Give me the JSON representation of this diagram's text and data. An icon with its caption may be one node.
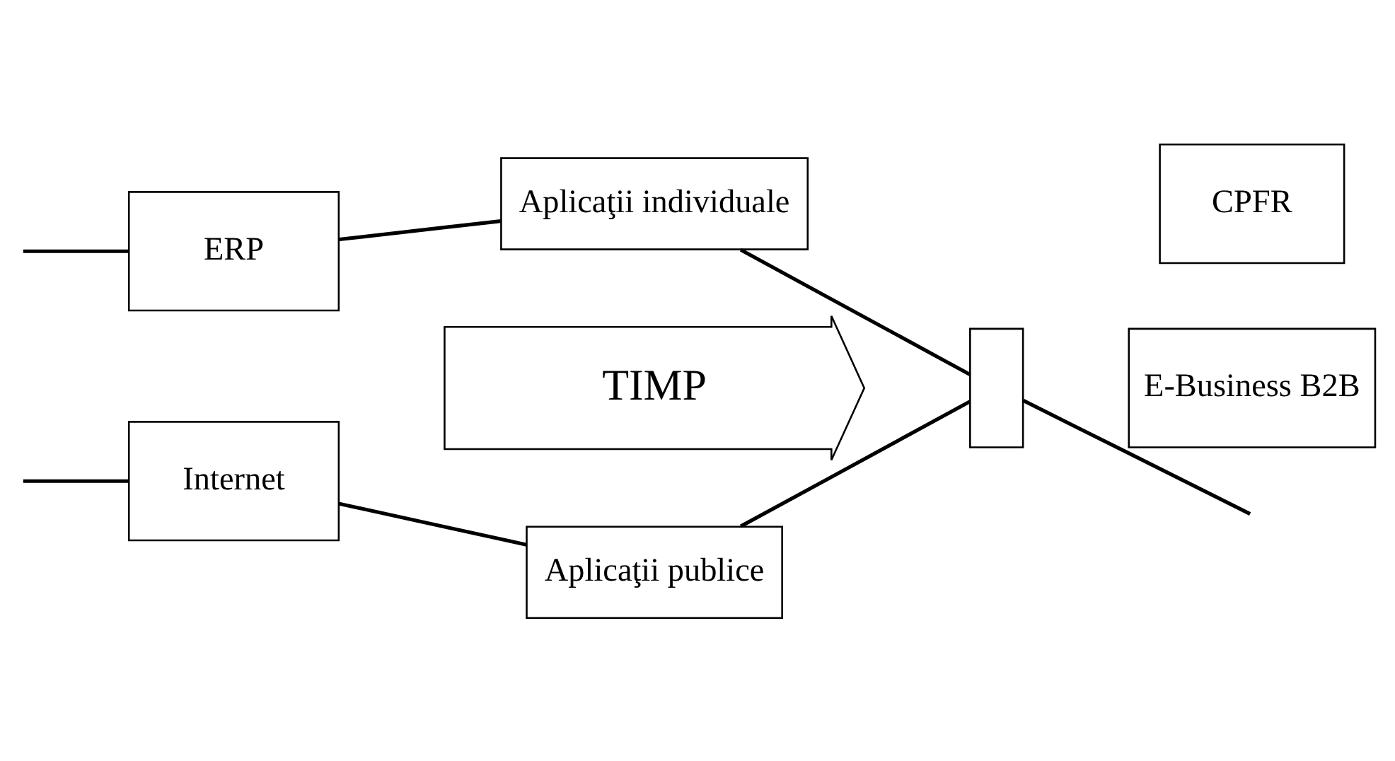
{
  "diagram": {
    "nodes": [
      {
        "text": [
          "ERP"
        ]
      },
      {
        "text": [
          "Aplicaţii individuale"
        ]
      },
      {
        "text": [
          "CPFR"
        ]
      },
      {
        "text": [
          "TIMP"
        ]
      },
      {
        "text": [],
        "shape": "bar"
      },
      {
        "text": [
          "E-Business B2B"
        ]
      },
      {
        "text": [
          "Internet"
        ]
      },
      {
        "text": [
          "Aplicaţii publice"
        ]
      }
    ],
    "edges": [
      {
        "from": null,
        "to": 0,
        "arrow": "none"
      },
      {
        "from": 0,
        "to": 1,
        "arrow": "none"
      },
      {
        "from": 1,
        "to": 4,
        "arrow": "none"
      },
      {
        "from": null,
        "to": 6,
        "arrow": "none"
      },
      {
        "from": 6,
        "to": 7,
        "arrow": "none"
      },
      {
        "from": 7,
        "to": 4,
        "arrow": "none"
      },
      {
        "from": 4,
        "to": null,
        "arrow": "none"
      }
    ]
  }
}
